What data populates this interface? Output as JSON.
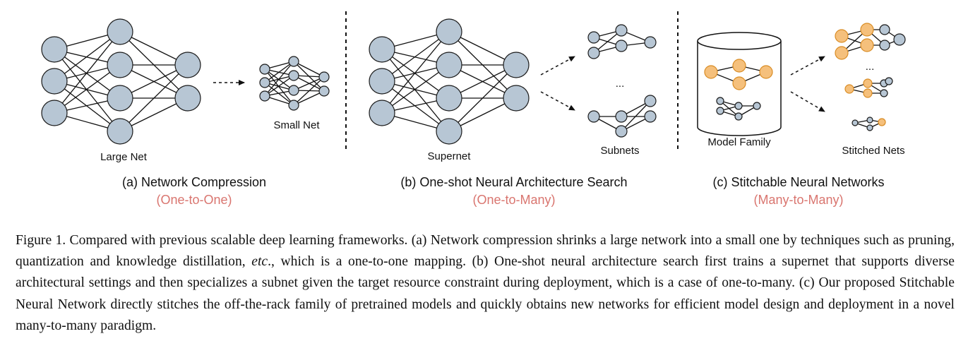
{
  "panels": {
    "a": {
      "net_label": "Large Net",
      "small_label": "Small Net",
      "title": "(a) Network Compression",
      "mapping": "(One-to-One)"
    },
    "b": {
      "net_label": "Supernet",
      "ellipsis": "...",
      "subnets_label": "Subnets",
      "title": "(b) One-shot Neural Architecture Search",
      "mapping": "(One-to-Many)"
    },
    "c": {
      "family_label": "Model Family",
      "ellipsis": "...",
      "stitched_label": "Stitched Nets",
      "title": "(c) Stitchable Neural Networks",
      "mapping": "(Many-to-Many)"
    }
  },
  "colors": {
    "node_fill": "#b7c6d4",
    "orange_node": "#f5c07c",
    "mapping_text": "#d9756f"
  },
  "caption": {
    "part1": "Figure 1. Compared with previous scalable deep learning frameworks. (a) Network compression shrinks a large network into a small one by techniques such as pruning, quantization and knowledge distillation, ",
    "etc": "etc",
    "part2": "., which is a one-to-one mapping. (b) One-shot neural architecture search first trains a supernet that supports diverse architectural settings and then specializes a subnet given the target resource constraint during deployment, which is a case of one-to-many. (c) Our proposed Stitchable Neural Network directly stitches the off-the-rack family of pretrained models and quickly obtains new networks for efficient model design and deployment in a novel many-to-many paradigm."
  }
}
